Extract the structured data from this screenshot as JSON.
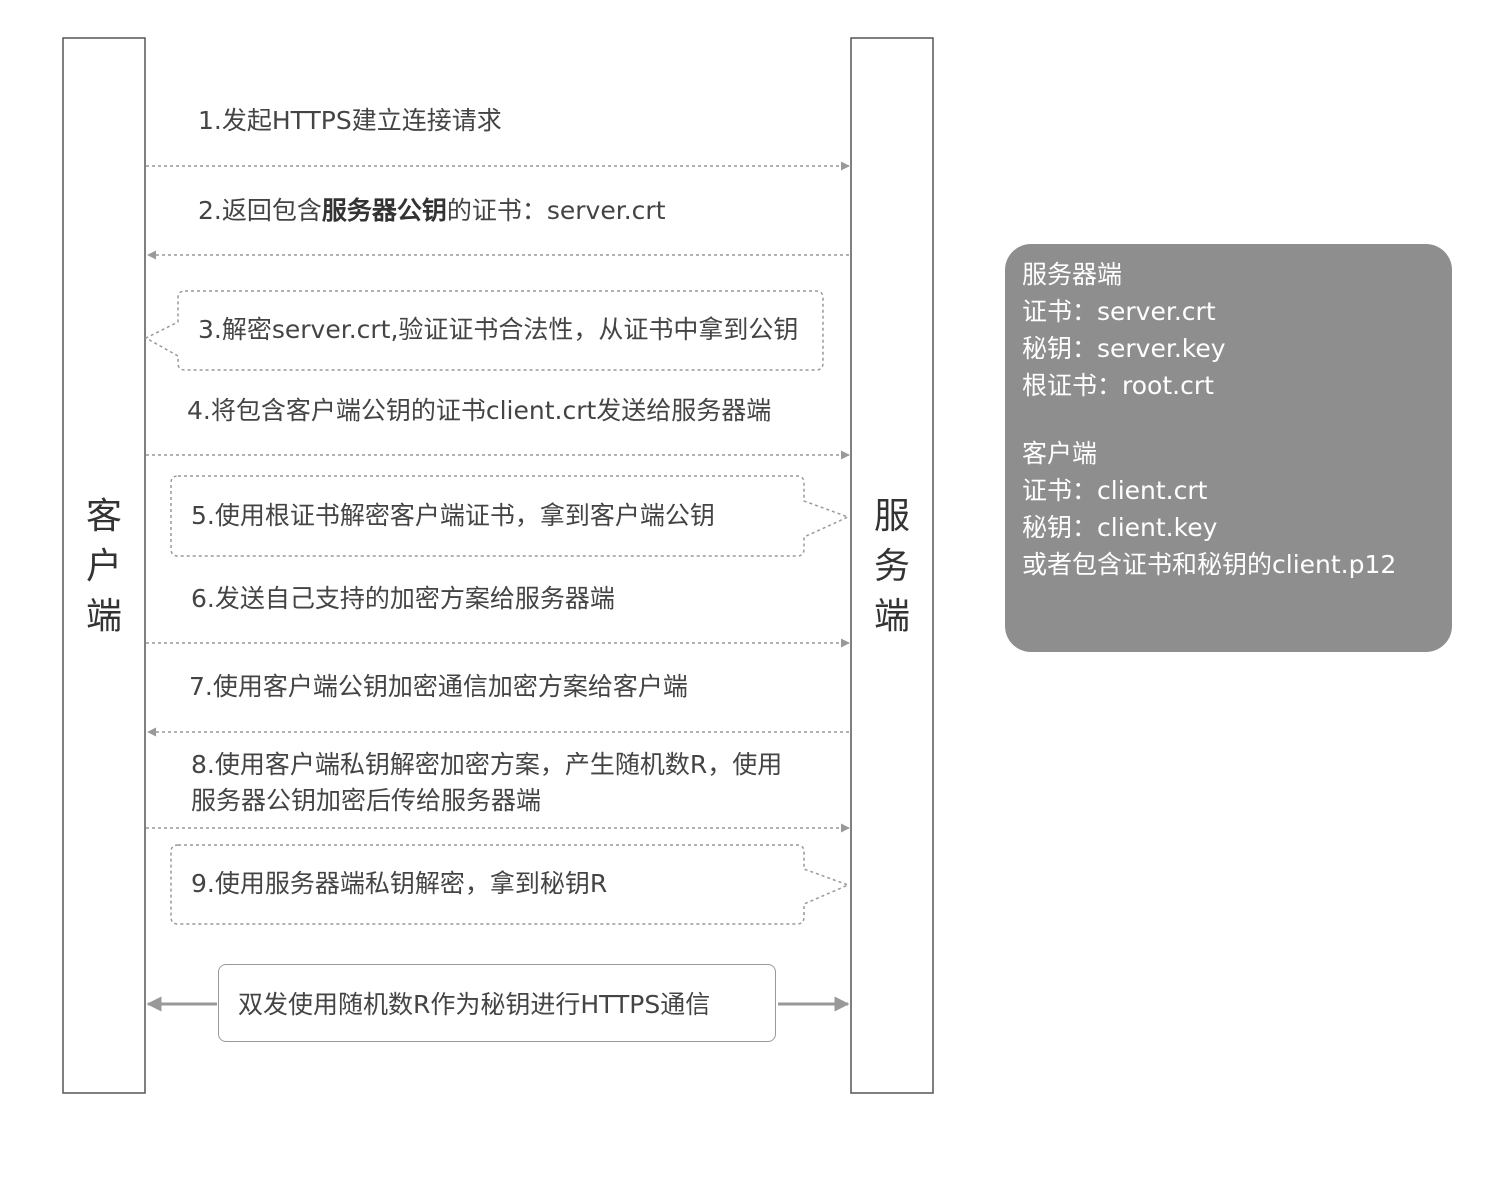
{
  "lanes": {
    "client": [
      "客",
      "户",
      "端"
    ],
    "server": [
      "服",
      "务",
      "端"
    ]
  },
  "steps": {
    "s1": "1.发起HTTPS建立连接请求",
    "s2_pre": "2.返回包含",
    "s2_bold": "服务器公钥",
    "s2_post": "的证书：server.crt",
    "s3": "3.解密server.crt,验证证书合法性，从证书中拿到公钥",
    "s4": "4.将包含客户端公钥的证书client.crt发送给服务器端",
    "s5": "5.使用根证书解密客户端证书，拿到客户端公钥",
    "s6": "6.发送自己支持的加密方案给服务器端",
    "s7": "7.使用客户端公钥加密通信加密方案给客户端",
    "s8": "8.使用客户端私钥解密加密方案，产生随机数R，使用服务器公钥加密后传给服务器端",
    "s9": "9.使用服务器端私钥解密，拿到秘钥R",
    "final": "双发使用随机数R作为秘钥进行HTTPS通信"
  },
  "info": {
    "server_title": "服务器端",
    "server_cert": "证书：server.crt",
    "server_key": "秘钥：server.key",
    "server_root": "根证书：root.crt",
    "client_title": "客户端",
    "client_cert": "证书：client.crt",
    "client_key": "秘钥：client.key",
    "client_p12": "或者包含证书和秘钥的client.p12"
  },
  "colors": {
    "line": "#999999",
    "text": "#444444",
    "panel": "#8e8e8e"
  }
}
